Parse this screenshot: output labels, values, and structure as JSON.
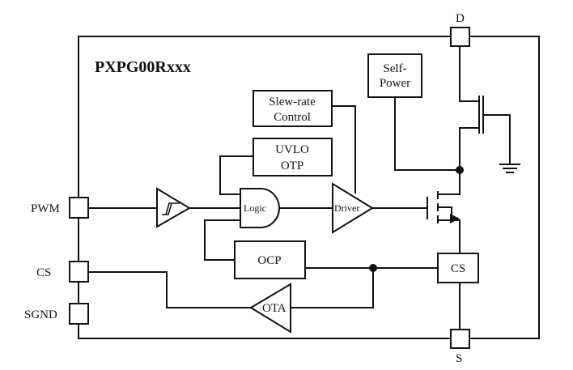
{
  "diagram": {
    "title": "PXPG00Rxxx",
    "pins": {
      "pwm": "PWM",
      "cs": "CS",
      "sgnd": "SGND",
      "d": "D",
      "s": "S"
    },
    "blocks": {
      "self_power": [
        "Self-",
        "Power"
      ],
      "slew_rate": [
        "Slew-rate",
        "Control"
      ],
      "uvlo_otp": [
        "UVLO",
        "OTP"
      ],
      "logic": "Logic",
      "driver": "Driver",
      "ocp": "OCP",
      "cs_block": "CS",
      "ota": "OTA"
    }
  }
}
